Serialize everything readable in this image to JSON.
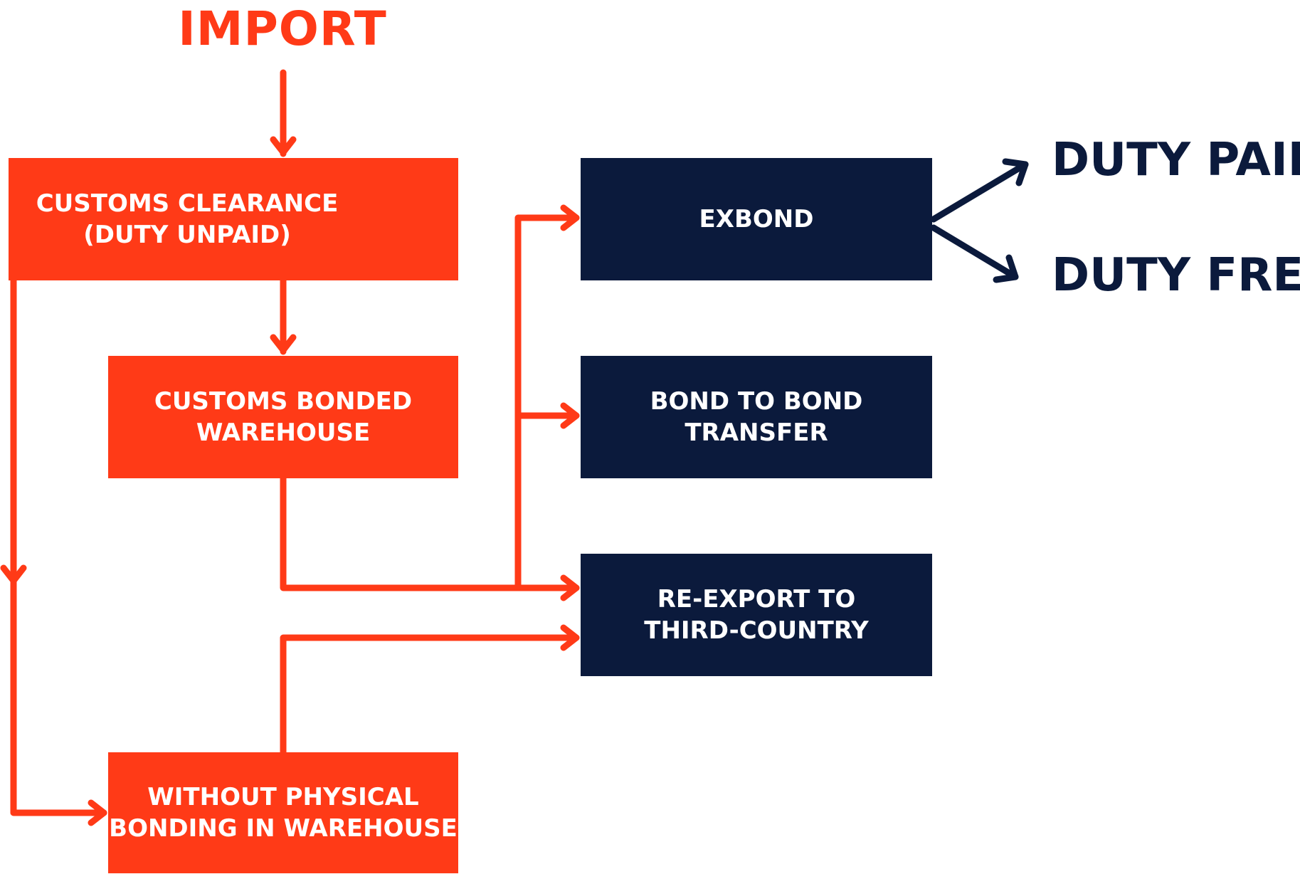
{
  "labels": {
    "import": "IMPORT",
    "duty_paid": "DUTY PAID",
    "duty_free": "DUTY FREE"
  },
  "boxes": {
    "customs_clearance": {
      "line1": "CUSTOMS CLEARANCE",
      "line2": "(DUTY UNPAID)"
    },
    "bonded_warehouse": {
      "line1": "CUSTOMS BONDED",
      "line2": "WAREHOUSE"
    },
    "without_physical": {
      "line1": "WITHOUT PHYSICAL",
      "line2": "BONDING IN WAREHOUSE"
    },
    "exbond": {
      "line1": "EXBOND"
    },
    "bond_transfer": {
      "line1": "BOND TO BOND",
      "line2": "TRANSFER"
    },
    "reexport": {
      "line1": "RE-EXPORT TO",
      "line2": "THIRD-COUNTRY"
    }
  },
  "colors": {
    "orange": "#ff3a17",
    "navy": "#0b1a3c",
    "background": "#ffffff"
  }
}
